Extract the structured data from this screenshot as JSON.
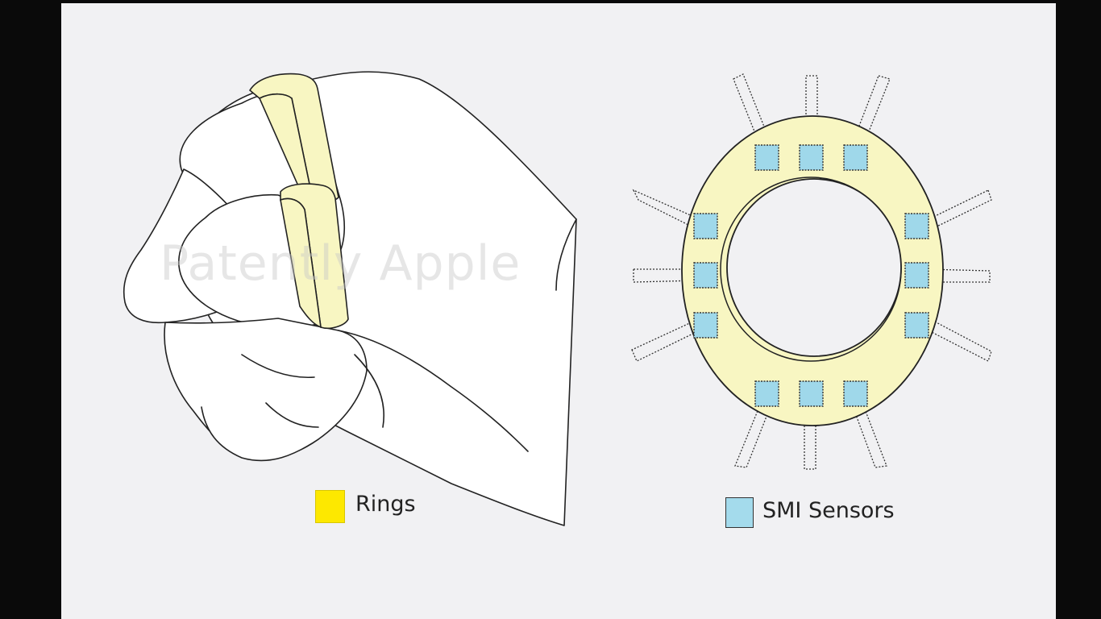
{
  "watermark": {
    "text": "Patently Apple"
  },
  "legend": {
    "rings": {
      "label": "Rings",
      "color": "#fde800"
    },
    "sensors": {
      "label": "SMI Sensors",
      "color": "#a4dbec"
    }
  },
  "colors": {
    "ring_fill": "#f8f6c2",
    "sensor_fill": "#9fd8ea",
    "outline": "#222222",
    "hand_fill": "#ffffff"
  }
}
